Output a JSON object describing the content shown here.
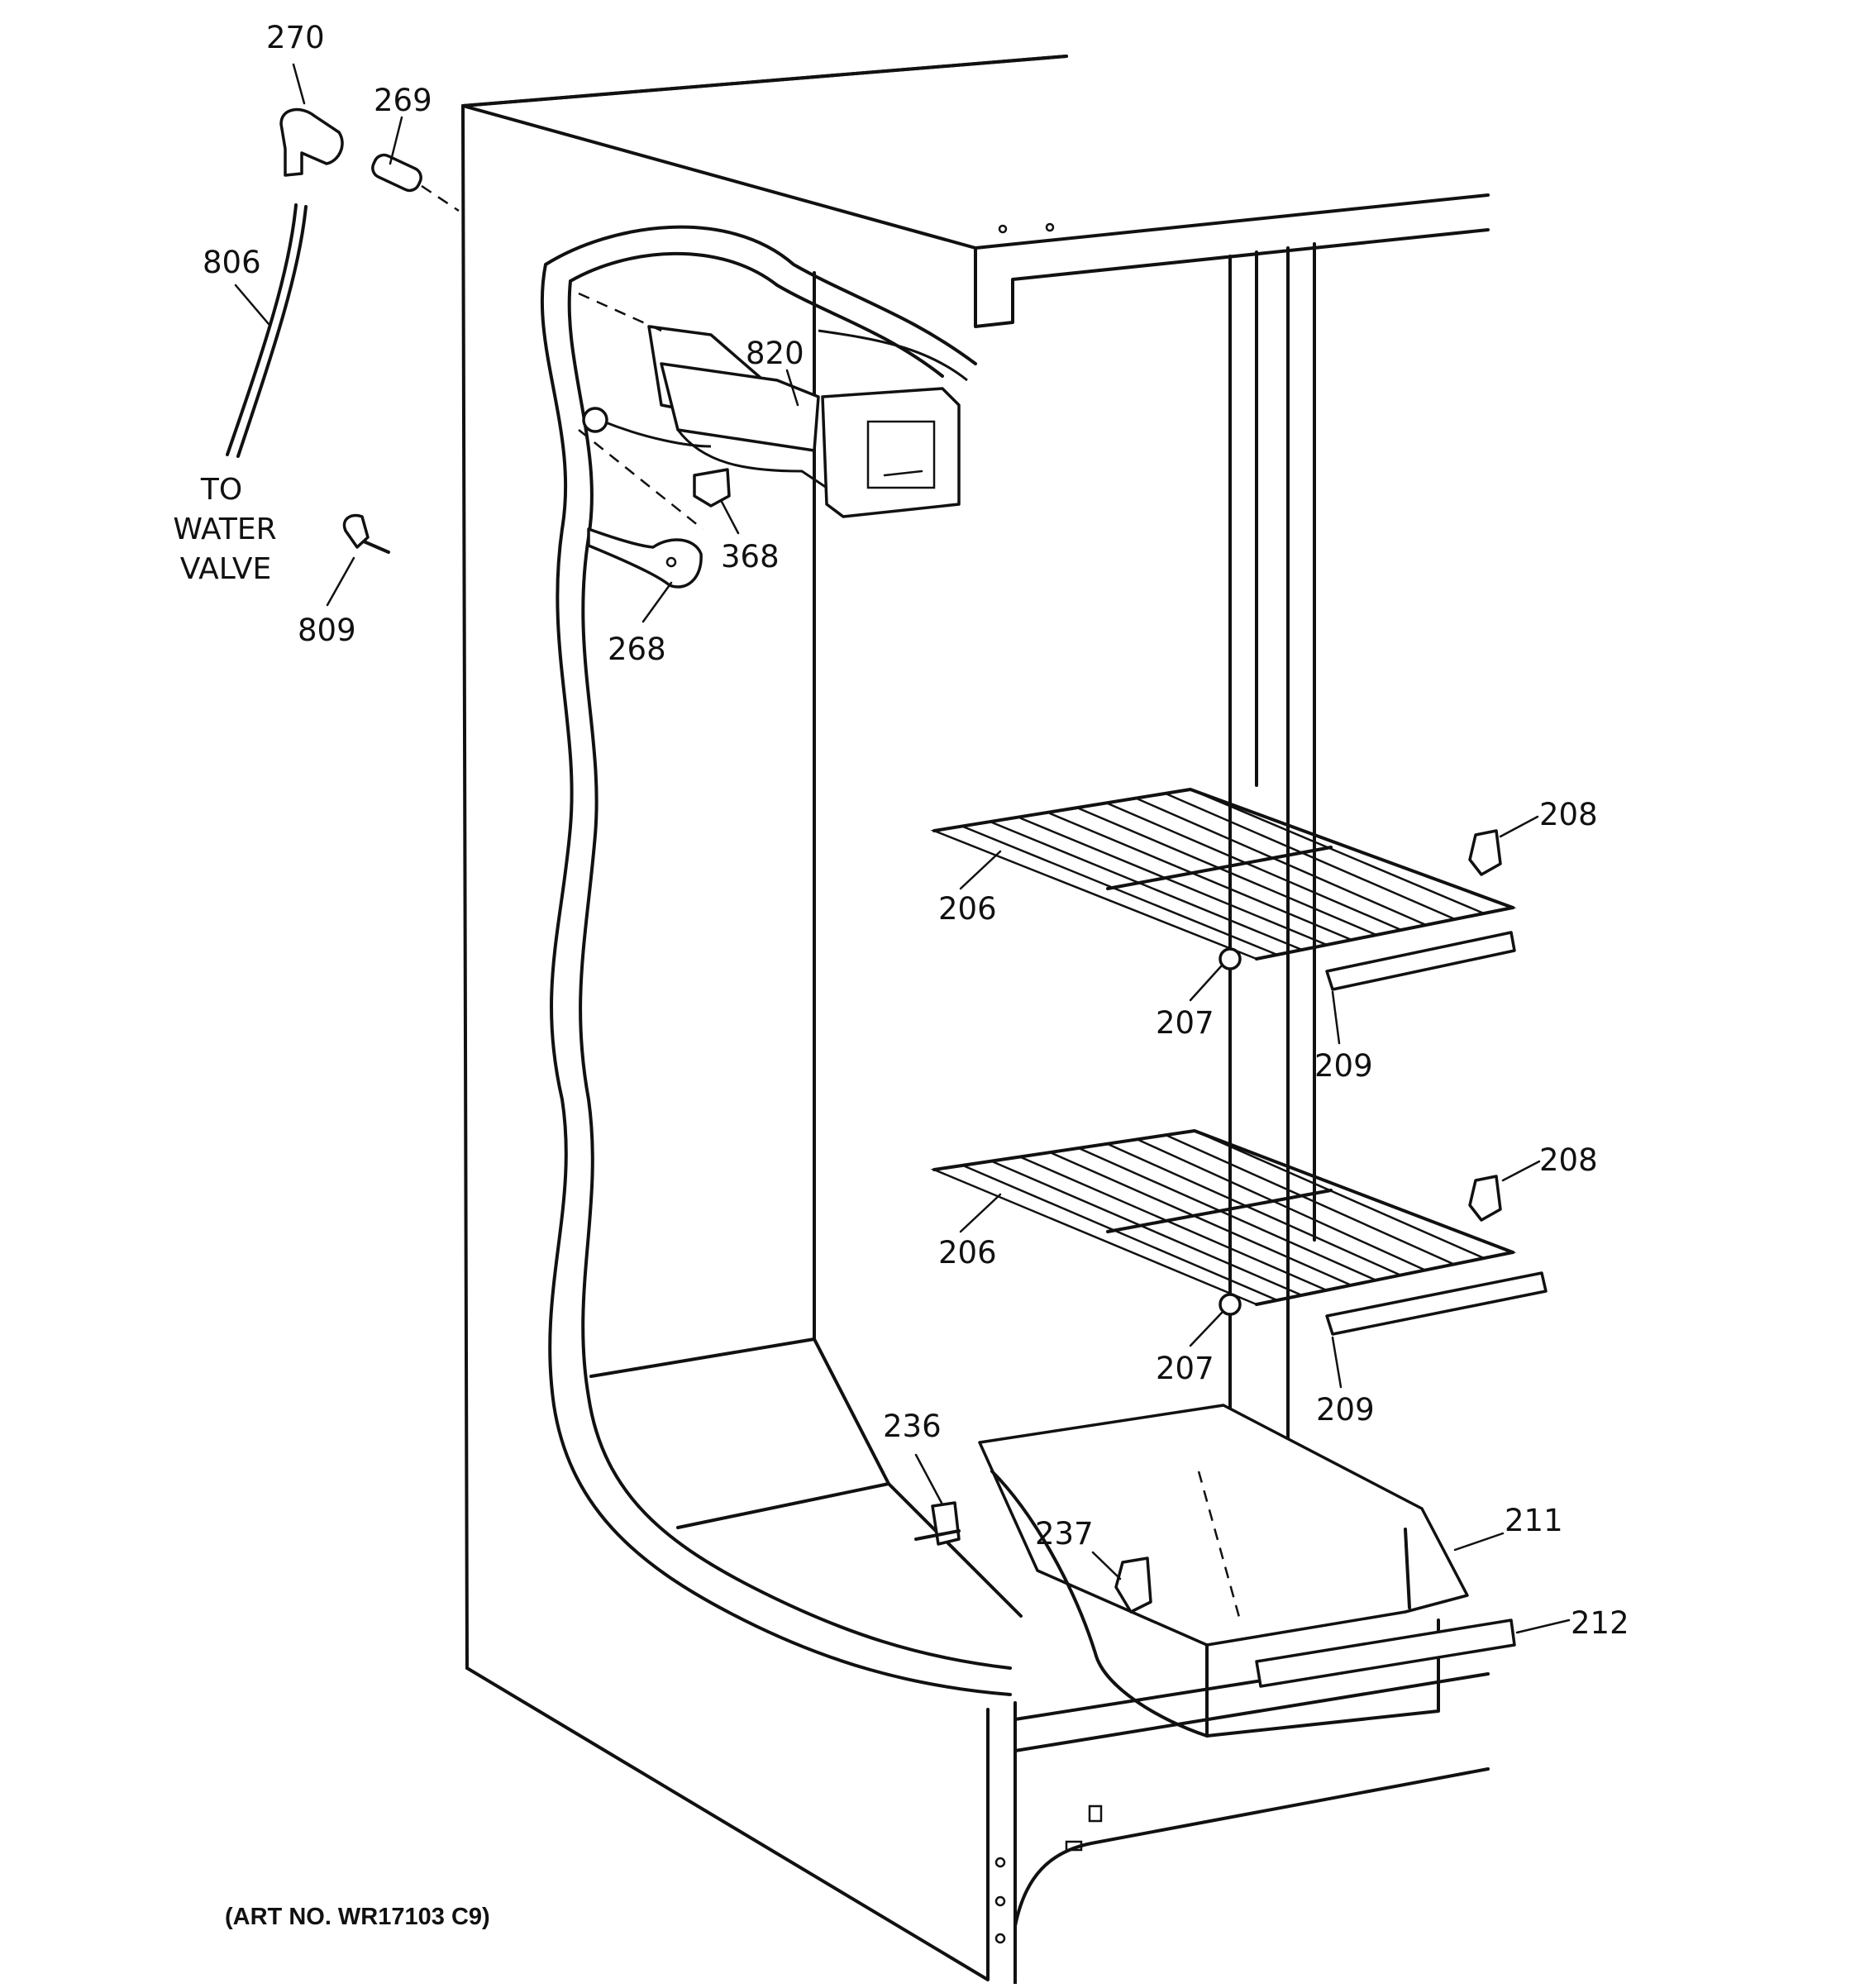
{
  "diagram": {
    "art_number": "(ART NO. WR17103 C9)",
    "water_note": [
      "TO",
      "WATER",
      "VALVE"
    ],
    "callouts": [
      {
        "id": "callout-270",
        "text": "270"
      },
      {
        "id": "callout-269",
        "text": "269"
      },
      {
        "id": "callout-806",
        "text": "806"
      },
      {
        "id": "callout-809",
        "text": "809"
      },
      {
        "id": "callout-820",
        "text": "820"
      },
      {
        "id": "callout-368",
        "text": "368"
      },
      {
        "id": "callout-268",
        "text": "268"
      },
      {
        "id": "callout-206-upper",
        "text": "206"
      },
      {
        "id": "callout-206-lower",
        "text": "206"
      },
      {
        "id": "callout-207-upper",
        "text": "207"
      },
      {
        "id": "callout-207-lower",
        "text": "207"
      },
      {
        "id": "callout-208-upper",
        "text": "208"
      },
      {
        "id": "callout-208-lower",
        "text": "208"
      },
      {
        "id": "callout-209-upper",
        "text": "209"
      },
      {
        "id": "callout-209-lower",
        "text": "209"
      },
      {
        "id": "callout-236",
        "text": "236"
      },
      {
        "id": "callout-237",
        "text": "237"
      },
      {
        "id": "callout-211",
        "text": "211"
      },
      {
        "id": "callout-212",
        "text": "212"
      }
    ]
  }
}
